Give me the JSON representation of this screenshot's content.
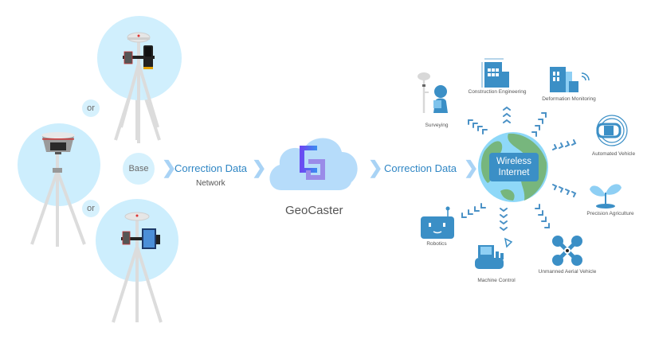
{
  "base_stations": {
    "connector_1": "or",
    "connector_2": "or",
    "base_label": "Base"
  },
  "flow": {
    "left_arrow_label": "Correction Data",
    "left_sub_label": "Network",
    "right_arrow_label": "Correction Data"
  },
  "cloud": {
    "name": "GeoCaster"
  },
  "hub": {
    "line1": "Wireless",
    "line2": "Internet"
  },
  "applications": [
    {
      "name": "Surveying"
    },
    {
      "name": "Construction Engineering"
    },
    {
      "name": "Deformation Monitoring"
    },
    {
      "name": "Automated Vehicle"
    },
    {
      "name": "Precision Agriculture"
    },
    {
      "name": "Unmanned Aerial Vehicle"
    },
    {
      "name": "Machine Control"
    },
    {
      "name": "Robotics"
    }
  ],
  "colors": {
    "bubble": "#cdeefd",
    "accent_blue": "#2f86c4",
    "icon_blue": "#3b8fc6",
    "globe_green": "#77b67d",
    "globe_water": "#8ed8f8"
  }
}
